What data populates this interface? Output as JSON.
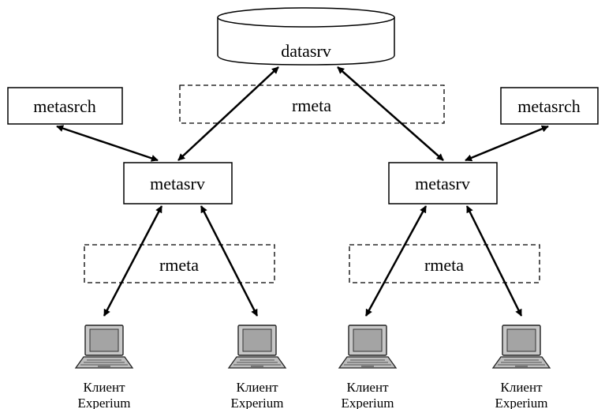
{
  "database": {
    "label": "datasrv"
  },
  "search_nodes": [
    {
      "label": "metasrch"
    },
    {
      "label": "metasrch"
    }
  ],
  "servers": [
    {
      "label": "metasrv"
    },
    {
      "label": "metasrv"
    }
  ],
  "protocol_regions": [
    {
      "label": "rmeta"
    },
    {
      "label": "rmeta"
    },
    {
      "label": "rmeta"
    }
  ],
  "clients": [
    {
      "line1": "Клиент",
      "line2": "Experium"
    },
    {
      "line1": "Клиент",
      "line2": "Experium"
    },
    {
      "line1": "Клиент",
      "line2": "Experium"
    },
    {
      "line1": "Клиент",
      "line2": "Experium"
    }
  ]
}
